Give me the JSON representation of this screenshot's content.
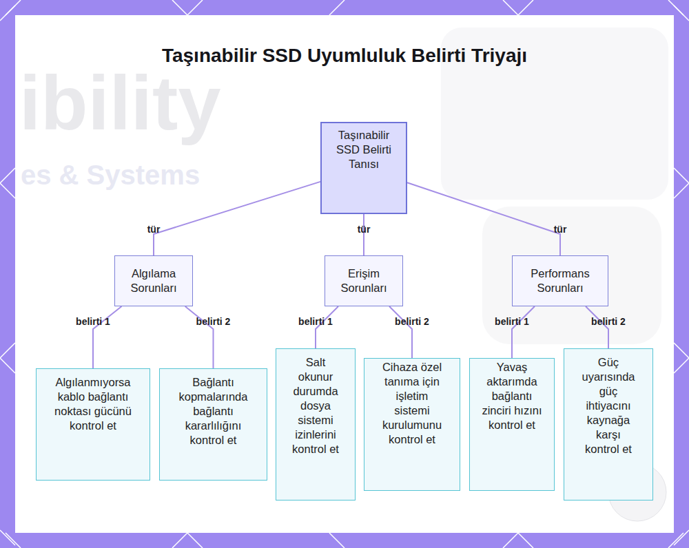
{
  "diagram": {
    "title": "Taşınabilir SSD Uyumluluk Belirti Triyajı",
    "nodes": [
      {
        "text": [
          "Taşınabilir SSD Belirti Tanısı"
        ]
      },
      {
        "text": [
          "Algılama Sorunları"
        ]
      },
      {
        "text": [
          "Erişim Sorunları"
        ]
      },
      {
        "text": [
          "Performans Sorunları"
        ]
      },
      {
        "text": [
          "Algılanmıyorsa kablo bağlantı noktası gücünü kontrol et"
        ]
      },
      {
        "text": [
          "Bağlantı kopmalarında bağlantı kararlılığını kontrol et"
        ]
      },
      {
        "text": [
          "Salt okunur durumda dosya sistemi izinlerini kontrol et"
        ]
      },
      {
        "text": [
          "Cihaza özel tanıma için işletim sistemi kurulumunu kontrol et"
        ]
      },
      {
        "text": [
          "Yavaş aktarımda bağlantı zinciri hızını kontrol et"
        ]
      },
      {
        "text": [
          "Güç uyarısında güç ihtiyacını kaynağa karşı kontrol et"
        ]
      }
    ],
    "edges": [
      {
        "from": 0,
        "to": 1,
        "label": "tür",
        "arrow": "none"
      },
      {
        "from": 0,
        "to": 2,
        "label": "tür",
        "arrow": "none"
      },
      {
        "from": 0,
        "to": 3,
        "label": "tür",
        "arrow": "none"
      },
      {
        "from": 1,
        "to": 4,
        "label": "belirti 1",
        "arrow": "none"
      },
      {
        "from": 1,
        "to": 5,
        "label": "belirti 2",
        "arrow": "none"
      },
      {
        "from": 2,
        "to": 6,
        "label": "belirti 1",
        "arrow": "none"
      },
      {
        "from": 2,
        "to": 7,
        "label": "belirti 2",
        "arrow": "none"
      },
      {
        "from": 3,
        "to": 8,
        "label": "belirti 1",
        "arrow": "none"
      },
      {
        "from": 3,
        "to": 9,
        "label": "belirti 2",
        "arrow": "none"
      }
    ],
    "labels": [
      "ibility",
      "es & Systems"
    ]
  }
}
